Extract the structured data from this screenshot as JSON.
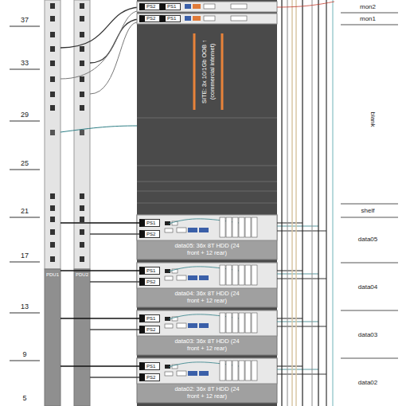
{
  "diagram": {
    "nodes": [
      {
        "text": [
          "PS2"
        ]
      },
      {
        "text": [
          "PS1"
        ]
      },
      {
        "text": [
          "PS2"
        ]
      },
      {
        "text": [
          "PS1"
        ]
      },
      {
        "text": [
          "PDU1"
        ]
      },
      {
        "text": [
          "PDU2"
        ]
      },
      {
        "text": [
          "data05: 36x 8T HDD (24 front + 12 rear)"
        ]
      },
      {
        "text": [
          "PS1"
        ],
        "in": 6
      },
      {
        "text": [
          "PS2"
        ],
        "in": 6
      },
      {
        "text": [
          "data04: 36x 8T HDD (24 front + 12 rear)"
        ]
      },
      {
        "text": [
          "PS1"
        ],
        "in": 9
      },
      {
        "text": [
          "PS2"
        ],
        "in": 9
      },
      {
        "text": [
          "data03: 36x 8T HDD (24 front + 12 rear)"
        ]
      },
      {
        "text": [
          "PS1"
        ],
        "in": 12
      },
      {
        "text": [
          "PS2"
        ],
        "in": 12
      },
      {
        "text": [
          "data02: 36x 8T HDD (24 front + 12 rear)"
        ]
      },
      {
        "text": [
          "PS1"
        ],
        "in": 15
      },
      {
        "text": [
          "PS2"
        ],
        "in": 15
      }
    ],
    "edges": [
      {
        "from": 7,
        "to": 4,
        "arrow": "none"
      },
      {
        "from": 8,
        "to": 5,
        "arrow": "none"
      },
      {
        "from": 10,
        "to": 4,
        "arrow": "none"
      },
      {
        "from": 11,
        "to": 5,
        "arrow": "none"
      },
      {
        "from": 13,
        "to": 4,
        "arrow": "none"
      },
      {
        "from": 14,
        "to": 5,
        "arrow": "none"
      },
      {
        "from": 16,
        "to": 4,
        "arrow": "none"
      },
      {
        "from": 17,
        "to": 5,
        "arrow": "none"
      }
    ],
    "labels": [
      "37",
      "33",
      "29",
      "25",
      "21",
      "17",
      "13",
      "9",
      "5",
      "mon2",
      "mon1",
      "blank",
      "shelf",
      "data05",
      "data04",
      "data03",
      "data02",
      "SITE: 3x 10/1Gb OOB ↑",
      "(commercial internet)"
    ]
  }
}
